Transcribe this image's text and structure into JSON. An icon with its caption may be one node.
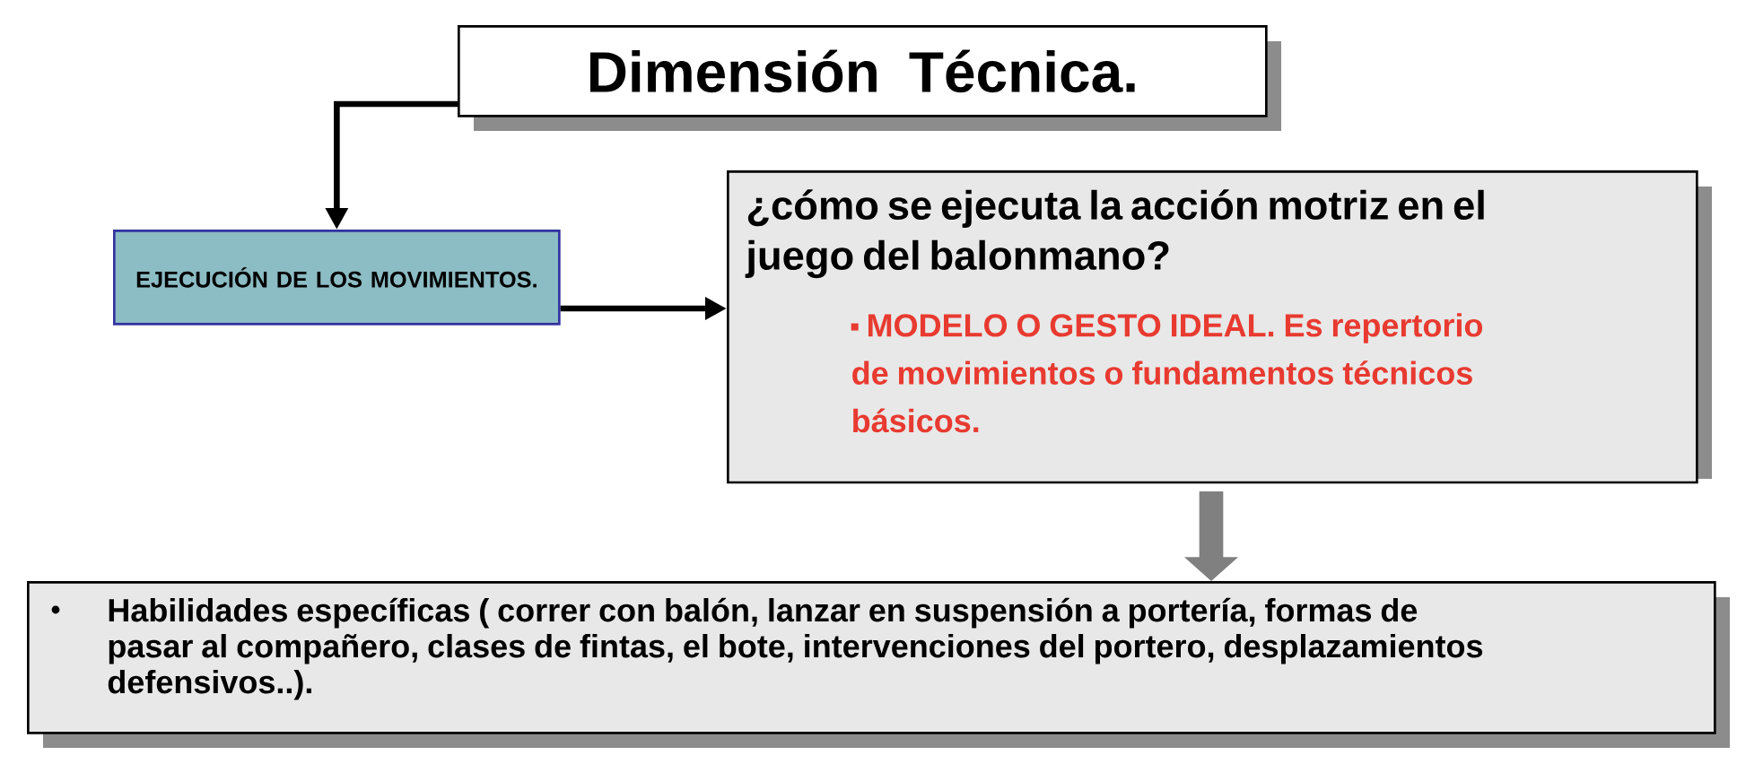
{
  "diagram": {
    "nodes": [
      {
        "text": [
          "Dimensión Técnica."
        ]
      },
      {
        "text": [
          "EJECUCIÓN DE LOS MOVIMIENTOS."
        ]
      },
      {
        "text": [
          "¿cómo se ejecuta la acción motriz en el juego del balonmano?",
          "MODELO O GESTO IDEAL. Es repertorio de movimientos o fundamentos técnicos básicos."
        ]
      },
      {
        "text": [
          "Habilidades específicas ( correr con balón, lanzar en suspensión a portería, formas de pasar al compañero, clases de fintas, el bote, intervenciones del portero, desplazamientos defensivos..)."
        ]
      }
    ],
    "edges": [
      {
        "from": 0,
        "to": 1,
        "arrow": "to"
      },
      {
        "from": 1,
        "to": 2,
        "arrow": "to"
      },
      {
        "from": 2,
        "to": 3,
        "arrow": "to",
        "style": "thick",
        "color": "#808080"
      }
    ]
  }
}
